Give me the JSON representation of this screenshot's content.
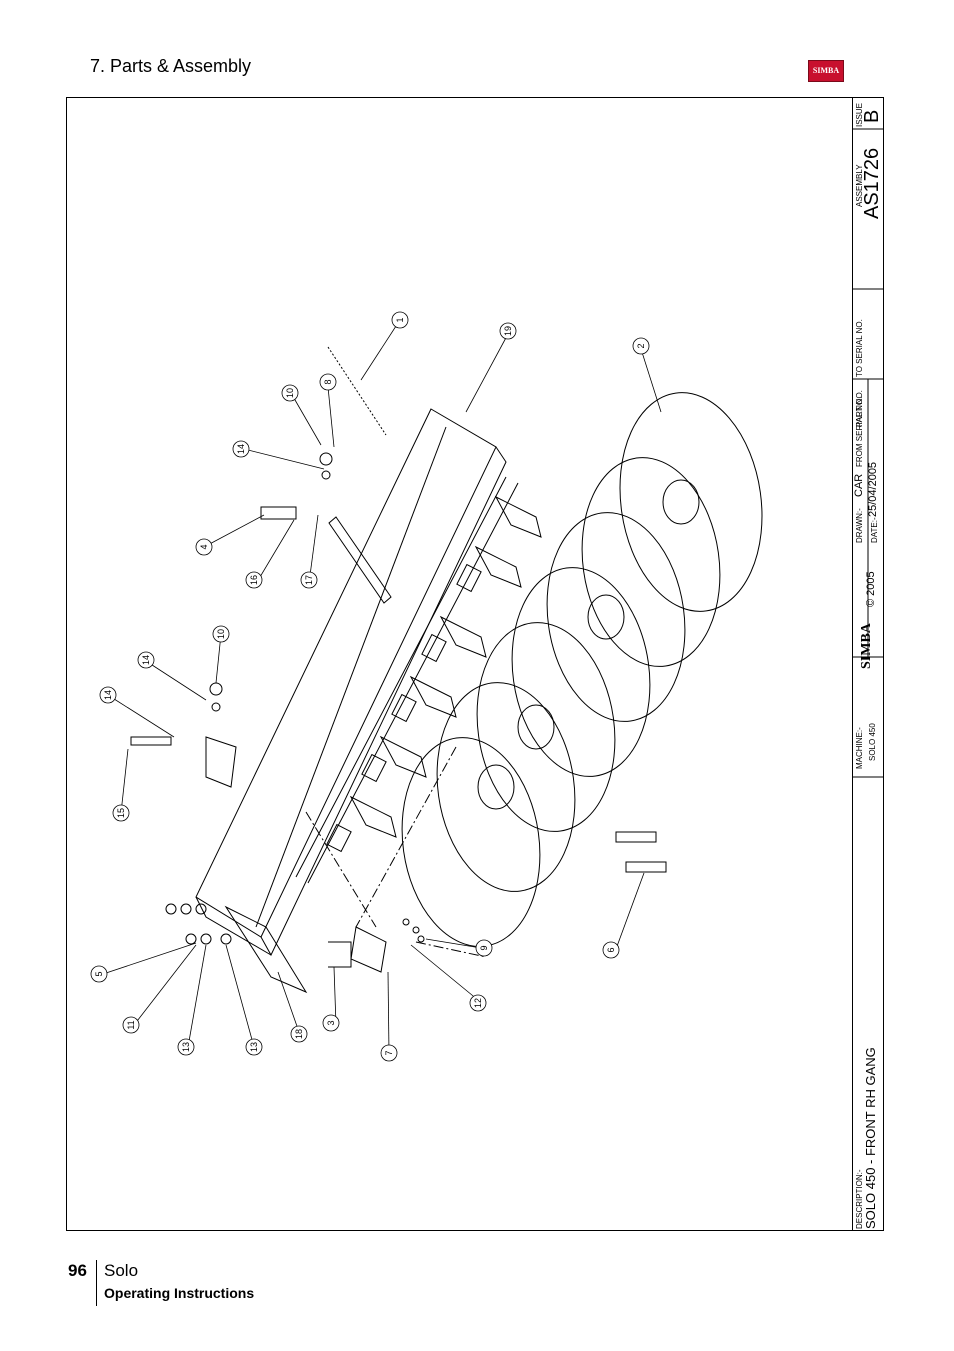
{
  "header": {
    "section_title": "7. Parts & Assembly",
    "logo_text": "SIMBA"
  },
  "title_block": {
    "issue_label": "ISSUE",
    "issue_value": "B",
    "assembly_label": "ASSEMBLY",
    "assembly_value": "AS1726",
    "to_serial_label": "TO SERIAL NO.",
    "from_serial_label": "FROM SERIAL NO.",
    "part_no_label": "PART NO.",
    "drawn_label": "DRAWN:-",
    "drawn_value": "CAR",
    "date_label": "DATE:-",
    "date_value": "25/04/2005",
    "copyright": "© 2005",
    "logo_text": "SIMBA",
    "machine_label": "MACHINE:-",
    "machine_value": "SOLO 450",
    "description_label": "DESCRIPTION:-",
    "description_value": "SOLO 450 - FRONT RH GANG"
  },
  "part_callouts": [
    "1",
    "2",
    "3",
    "4",
    "5",
    "6",
    "7",
    "8",
    "9",
    "10",
    "10",
    "11",
    "12",
    "13",
    "13",
    "14",
    "14",
    "14",
    "15",
    "16",
    "17",
    "18",
    "19"
  ],
  "footer": {
    "page_number": "96",
    "book_title": "Solo",
    "book_subtitle": "Operating Instructions"
  }
}
